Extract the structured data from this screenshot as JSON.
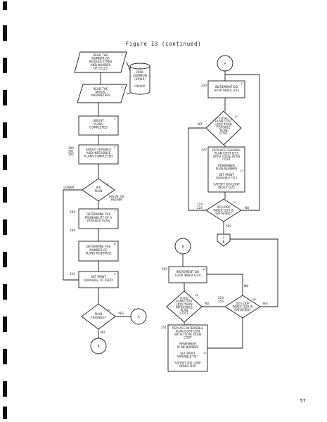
{
  "caption": "Figure 13 (continued)",
  "page_number": "57",
  "left": {
    "read_types": [
      "READ THE",
      "NUMBER OF",
      "MODULE TYPES",
      "AND NUMBER",
      "OF CELLS"
    ],
    "read_types_num": "1",
    "disk": [
      "DISK",
      "COMMON",
      "(IO040)",
      "",
      "IO0400"
    ],
    "disk_num": "2",
    "read_params": [
      "READ THE",
      "MODEL",
      "PARAMETERS"
    ],
    "read_params_num": "3",
    "adjust": [
      "ADJUST",
      "PLANS",
      "COMPLETED"
    ],
    "adjust_num": "4",
    "adjust_fi_refs": [
      "200",
      "201",
      "202"
    ],
    "adjust_fi": [
      "ADJUST FEASIBLE",
      "AND INFEASIBLE",
      "PLANS COMPLETED"
    ],
    "adjust_fi_num": "5",
    "decision_plan": [
      "IIth",
      "PLAN"
    ],
    "decision_plan_num": "6",
    "lower": "LOWER",
    "equal_higher": [
      "EQUAL OR",
      "HIGHER"
    ],
    "ref_205": "205",
    "determine_prob": [
      "DETERMINE THE",
      "PROBABILITY OF A",
      "FEASIBLE PLAN"
    ],
    "determine_prob_num": "7",
    "ref_206": "206",
    "determine_num": [
      "DETERMINE THE",
      "NUMBER OF",
      "PLANS REQUIRED"
    ],
    "determine_num_num": "8",
    "ref_210": "210",
    "set_print": [
      "SET PRINT",
      "VARIABLE TO ZERO"
    ],
    "set_print_num": "9",
    "decision_feasible": [
      "PLAN",
      "FEASIBLE?"
    ],
    "decision_feasible_num": "10",
    "yes": "YES",
    "no": "NO",
    "conn_a": "A",
    "conn_b": "B"
  },
  "right": {
    "conn_a": "A",
    "ref_220": "220",
    "inc_225": [
      "INCREMENT DO",
      "LOOP INDEX I225"
    ],
    "inc_225_num": "11",
    "dec_total": [
      "TOTAL",
      "PLAN COST",
      "LESS THAN",
      "FEASIBLE",
      "PLAN",
      "COST"
    ],
    "dec_total_num": "12",
    "no": "NO",
    "yes": "YES",
    "ref_222": "222",
    "replace_feasible": [
      "REPLACE FEASIBLE",
      "PLAN COST I225",
      "WITH TOTAL PLAN",
      "COST",
      "",
      "REMEMBER",
      "PLAN NUMBER",
      "",
      "SET PRINT",
      "VARIABLE TO I",
      "",
      "SATISFY DO LOOP",
      "INDEX I225"
    ],
    "replace_feasible_num": "13",
    "ref_224": "224",
    "ref_225": "225",
    "dec_loop": [
      "DO LOOP",
      "INDEX I225 IS",
      "SATISFIED?"
    ],
    "dec_loop_num": "14",
    "conn_2": "2",
    "conn_2b": "B",
    "conn_b": "B",
    "ref_250": "250",
    "inc_229": [
      "INCREMENT DO",
      "LOOP INDEX I229"
    ],
    "inc_229_num": "15",
    "dec_total2": [
      "TOTAL",
      "PLAN COST",
      "LESS THAN",
      "INFEASIBLE",
      "PLAN",
      "COST"
    ],
    "dec_total2_num": "16",
    "ref_254": "254",
    "ref_255": "255",
    "dec_loop2": [
      "DO LOOP",
      "INDEX I229 IS",
      "SATISFIED?"
    ],
    "dec_loop2_num": "18",
    "ref_251": "251",
    "replace_infeasible": [
      "REPLACE INFEASIBLE",
      "PLAN COST I229",
      "WITH TOTAL PLAN",
      "COST",
      "",
      "REMEMBER",
      "PLAN NUMBER",
      "",
      "SET PRINT",
      "VARIABLE TO I",
      "",
      "SATISFY DO LOOP",
      "INDEX I229"
    ],
    "replace_infeasible_num": "17"
  }
}
